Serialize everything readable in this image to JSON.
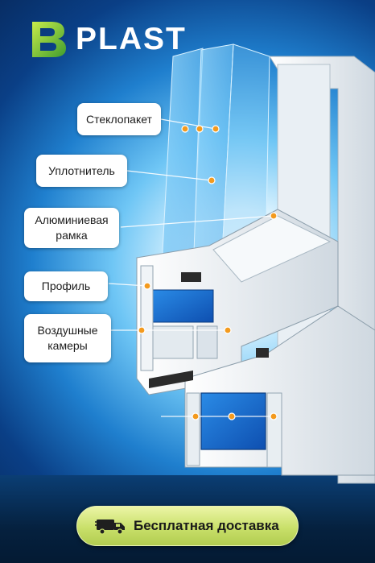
{
  "brand": {
    "name": "PLAST",
    "logo_letter": "B"
  },
  "labels": {
    "glass": "Стеклопакет",
    "seal": "Уплотнитель",
    "alu_frame": "Алюминиевая\nрамка",
    "profile": "Профиль",
    "air_chambers": "Воздушные\nкамеры"
  },
  "cta": {
    "text": "Бесплатная доставка",
    "icon": "truck-icon"
  },
  "colors": {
    "accent_dot": "#f39a1e",
    "cta_green": "#c9e06a",
    "bg_blue": "#1f7fce"
  }
}
